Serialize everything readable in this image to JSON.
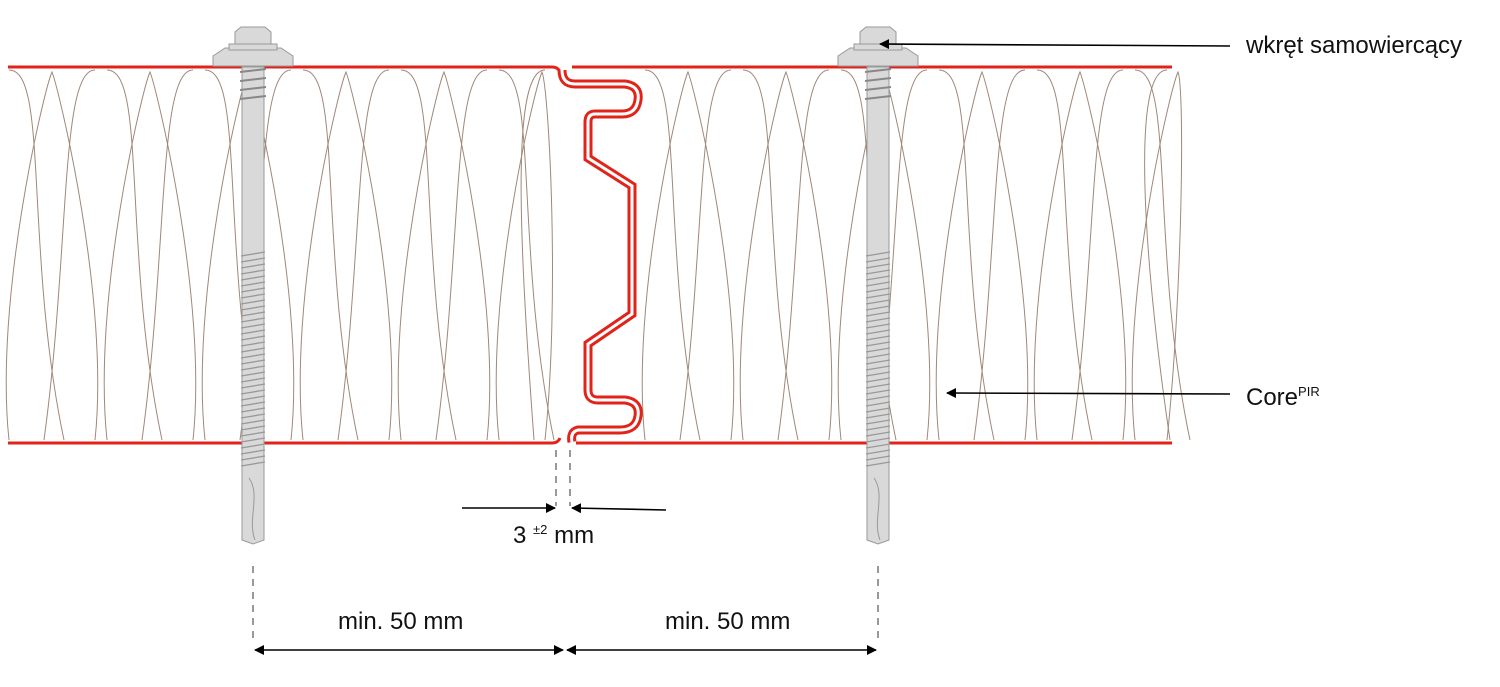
{
  "labels": {
    "screw": "wkręt samowiercący",
    "core": "Core",
    "core_sup": "PIR",
    "gap_value": "3",
    "gap_tolerance": "±2",
    "gap_unit": "mm",
    "spacing_left": "min. 50 mm",
    "spacing_right": "min. 50 mm"
  },
  "colors": {
    "facing": "#e2231a",
    "core_lines": "#a08878",
    "screw": "#d9d9d9"
  }
}
